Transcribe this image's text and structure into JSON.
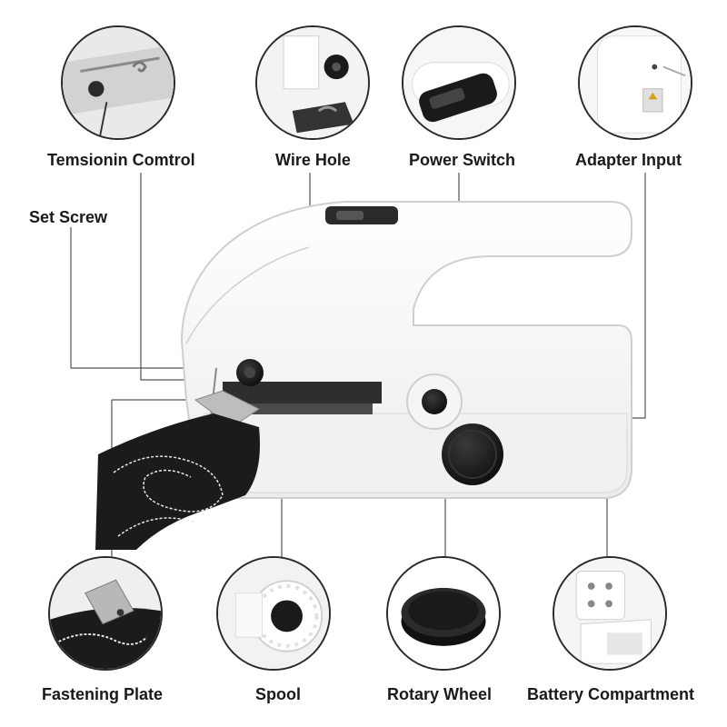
{
  "labels": {
    "tension_control": "Temsionin Comtrol",
    "wire_hole": "Wire Hole",
    "power_switch": "Power Switch",
    "adapter_input": "Adapter Input",
    "set_screw": "Set Screw",
    "fastening_plate": "Fastening Plate",
    "spool": "Spool",
    "rotary_wheel": "Rotary Wheel",
    "battery_compartment": "Battery Compartment"
  },
  "colors": {
    "body": "#ffffff",
    "outline": "#cfcfcf",
    "knob": "#1a1a1a",
    "fabric": "#1b1b1b",
    "stitch": "#e8e8e8",
    "leader": "#555555"
  }
}
